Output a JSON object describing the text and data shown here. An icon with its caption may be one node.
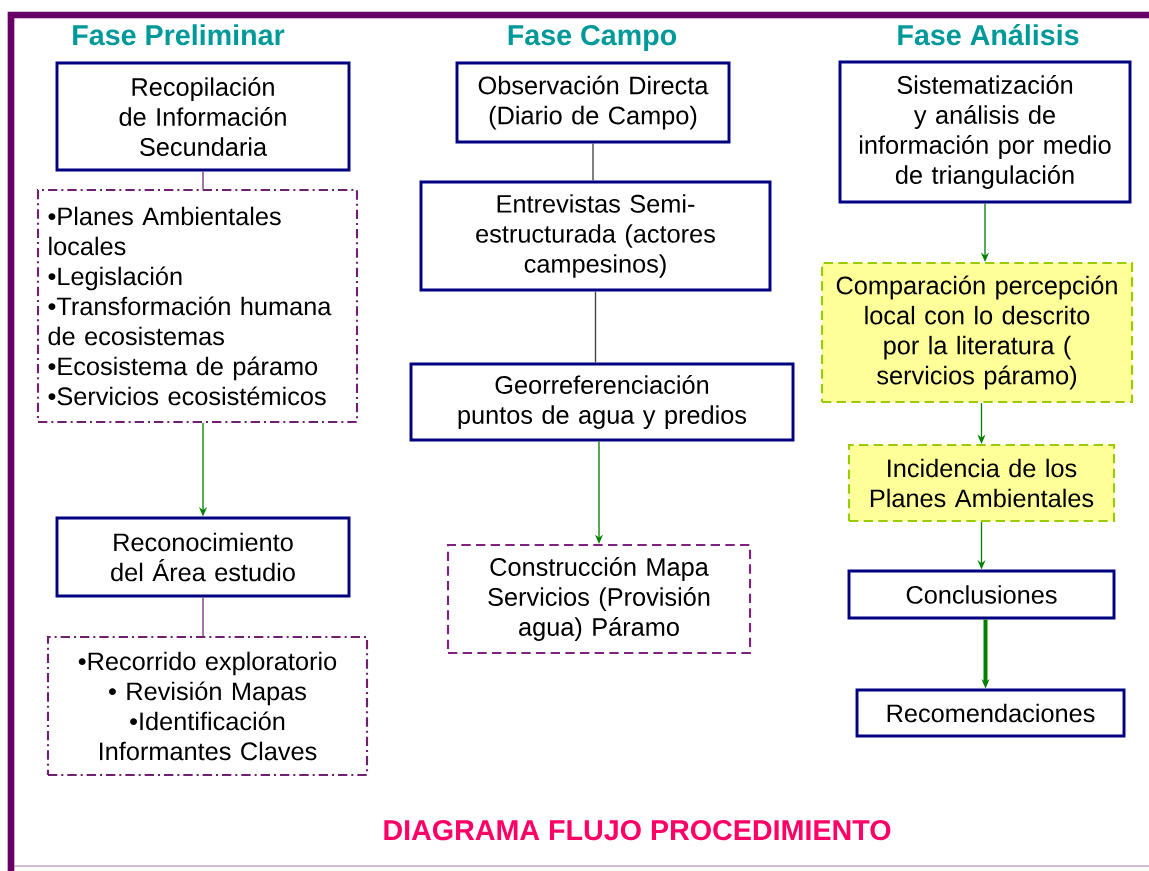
{
  "diagram": {
    "title": "DIAGRAMA FLUJO PROCEDIMIENTO",
    "nodes": [
      {
        "text": [
          "Recopilación de Información Secundaria"
        ]
      },
      {
        "text": [
          "•Planes Ambientales locales",
          "•Legislación",
          "•Transformación humana de ecosistemas",
          "•Ecosistema de páramo",
          "•Servicios ecosistémicos"
        ]
      },
      {
        "text": [
          "Reconocimiento del Área  estudio"
        ]
      },
      {
        "text": [
          "•Recorrido exploratorio",
          "• Revisión Mapas",
          "•Identificación Informantes Claves"
        ]
      },
      {
        "text": [
          "Observación Directa (Diario de Campo)"
        ]
      },
      {
        "text": [
          "Entrevistas Semi-estructurada (actores campesinos)"
        ]
      },
      {
        "text": [
          "Georreferenciación  puntos de agua y predios"
        ]
      },
      {
        "text": [
          "Construcción Mapa Servicios (Provisión agua) Páramo"
        ]
      },
      {
        "text": [
          "Sistematización y análisis de información por medio de triangulación"
        ]
      },
      {
        "text": [
          "Comparación percepción local con lo descrito por la literatura ( servicios páramo)"
        ]
      },
      {
        "text": [
          "Incidencia de los Planes Ambientales"
        ]
      },
      {
        "text": [
          "Conclusiones"
        ]
      },
      {
        "text": [
          "Recomendaciones"
        ]
      }
    ],
    "edges": [
      {
        "from": 0,
        "to": 1,
        "arrow": "none",
        "color": "#80307f"
      },
      {
        "from": 1,
        "to": 2,
        "arrow": "to"
      },
      {
        "from": 2,
        "to": 3,
        "arrow": "none",
        "color": "#80307f"
      },
      {
        "from": 4,
        "to": 5,
        "arrow": "none",
        "color": "#404040"
      },
      {
        "from": 5,
        "to": 6,
        "arrow": "none",
        "color": "#404040"
      },
      {
        "from": 6,
        "to": 7,
        "arrow": "to"
      },
      {
        "from": 8,
        "to": 9,
        "arrow": "to"
      },
      {
        "from": 9,
        "to": 10,
        "arrow": "to"
      },
      {
        "from": 10,
        "to": 11,
        "arrow": "to"
      },
      {
        "from": 11,
        "to": 12,
        "arrow": "to",
        "style": "thick"
      }
    ],
    "labels": [
      "Fase Preliminar",
      "Fase Campo",
      "Fase Análisis"
    ]
  }
}
